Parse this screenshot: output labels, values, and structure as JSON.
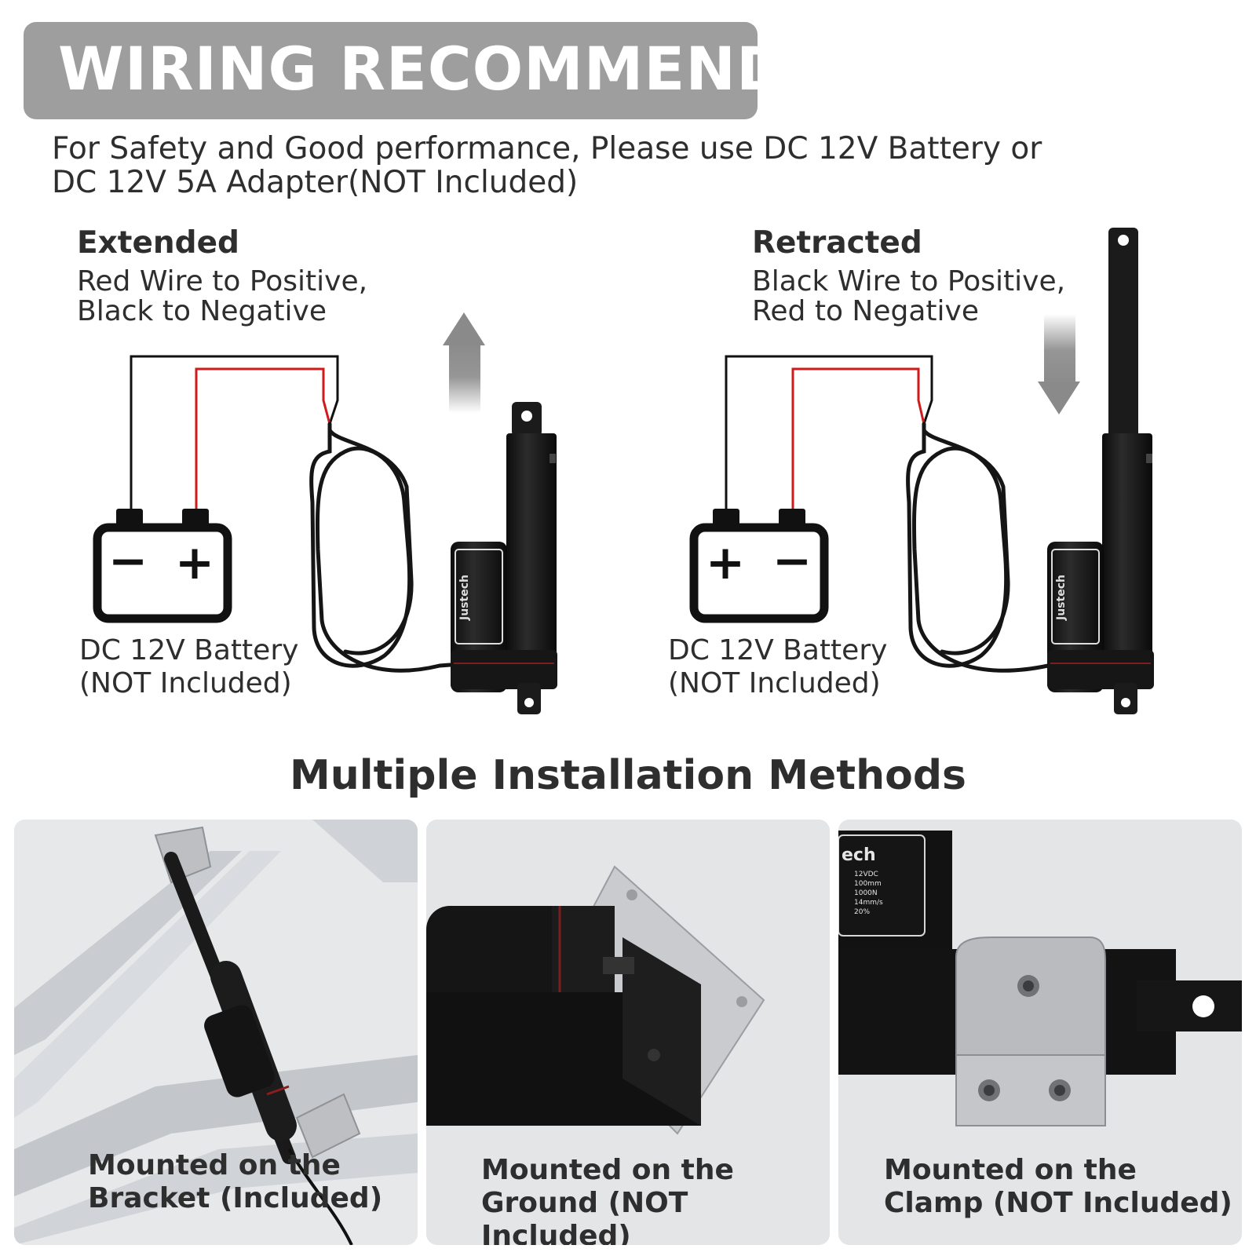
{
  "header": {
    "title": "WIRING RECOMMEND",
    "subtitle_line1": "For Safety and Good performance, Please use DC 12V Battery or",
    "subtitle_line2": "DC 12V 5A Adapter(NOT Included)"
  },
  "extended": {
    "title": "Extended",
    "line1": "Red Wire to Positive,",
    "line2": "Black to Negative",
    "battery_line1": "DC 12V Battery",
    "battery_line2": "(NOT Included)",
    "terminal_left": "−",
    "terminal_right": "+",
    "actuator_brand": "Justech"
  },
  "retracted": {
    "title": "Retracted",
    "line1": "Black Wire to Positive,",
    "line2": "Red to Negative",
    "battery_line1": "DC 12V Battery",
    "battery_line2": "(NOT Included)",
    "terminal_left": "+",
    "terminal_right": "−",
    "actuator_brand": "Justech"
  },
  "installation": {
    "title": "Multiple Installation Methods",
    "panels": [
      {
        "line1": "Mounted on the",
        "line2": "Bracket (Included)"
      },
      {
        "line1": "Mounted on the",
        "line2": "Ground (NOT Included)"
      },
      {
        "line1": "Mounted on the",
        "line2": "Clamp (NOT Included)"
      }
    ],
    "clamp_label": {
      "brand": "ech",
      "lines": [
        "12VDC",
        "100mm",
        "1000N",
        "14mm/s",
        "20%"
      ]
    }
  },
  "colors": {
    "banner": "#9e9e9e",
    "wire_red": "#d11a1a",
    "wire_black": "#111111",
    "actuator": "#1b1b1b",
    "panel_bg": "#e4e6e8",
    "arrow": "#8a8a8a"
  }
}
